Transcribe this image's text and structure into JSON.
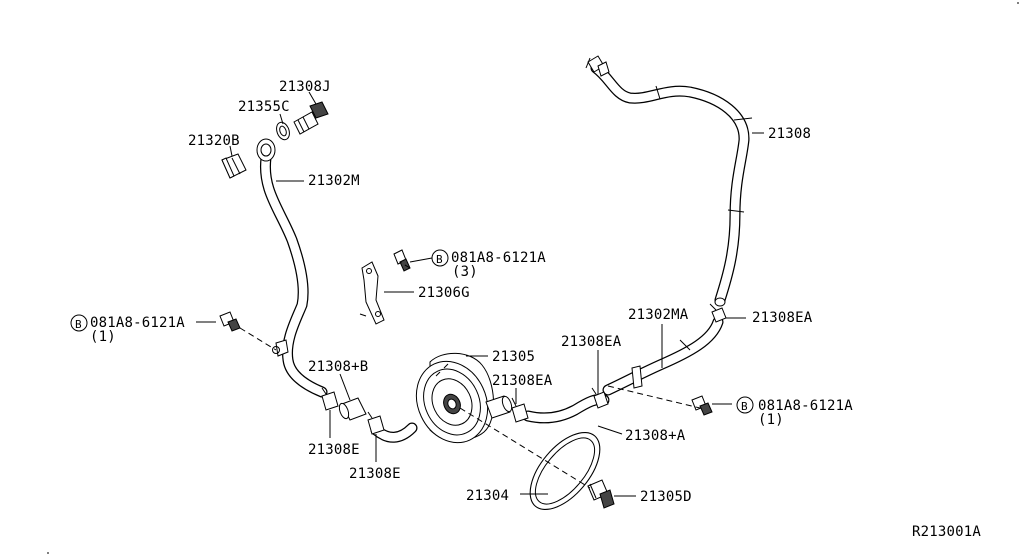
{
  "labels": {
    "p21308J": "21308J",
    "p21355C": "21355C",
    "p21320B": "21320B",
    "p21302M": "21302M",
    "p21308": "21308",
    "bolt_top": "081A8-6121A",
    "bolt_top_qty": "(3)",
    "p21306G": "21306G",
    "bolt_left": "081A8-6121A",
    "bolt_left_qty": "(1)",
    "p21302MA": "21302MA",
    "p21308EA_right": "21308EA",
    "p21305": "21305",
    "p21308EA_mid": "21308EA",
    "p21308EA_mid2": "21308EA",
    "p21308plusB": "21308+B",
    "p21308E_left": "21308E",
    "p21308E_bottom": "21308E",
    "p21308plusA": "21308+A",
    "bolt_right": "081A8-6121A",
    "bolt_right_qty": "(1)",
    "p21304": "21304",
    "p21305D": "21305D",
    "diagram_code": "R213001A"
  },
  "bolt_marker": "B"
}
